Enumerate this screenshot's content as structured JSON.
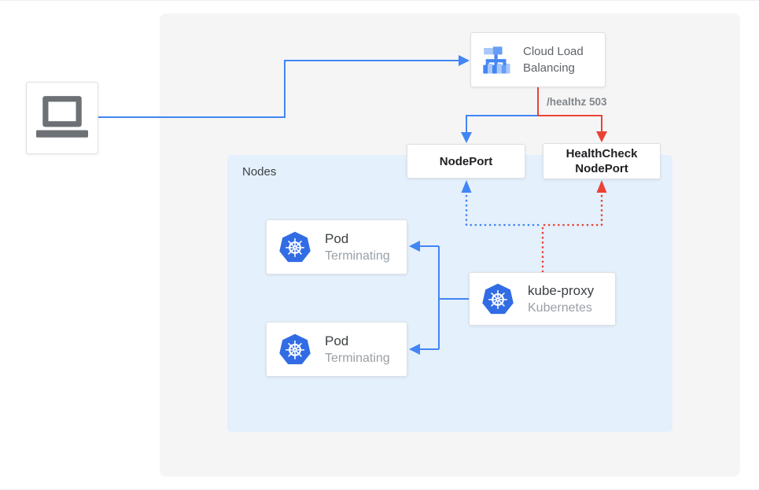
{
  "colors": {
    "blue": "#4285F4",
    "red": "#EA4335",
    "k8s_blue": "#326CE5",
    "panel_gray": "#F5F5F6",
    "panel_blue": "#E4F0FC",
    "border": "#DDE0E4",
    "text_dark": "#3C4043",
    "text_gray": "#9AA0A6",
    "text_port": "#202124",
    "text_lb": "#5F6368",
    "text_healthz": "#80868B",
    "laptop_gray": "#6D7175",
    "lb_icon_light": "#A8C7FA",
    "lb_icon_mid": "#669DF6"
  },
  "cloud_load_balancing": {
    "label": "Cloud Load Balancing"
  },
  "edge_label": "/healthz 503",
  "nodeport": {
    "label": "NodePort"
  },
  "healthcheck_nodeport": {
    "label": "HealthCheck NodePort"
  },
  "nodes_panel": {
    "label": "Nodes"
  },
  "pods": [
    {
      "title": "Pod",
      "status": "Terminating"
    },
    {
      "title": "Pod",
      "status": "Terminating"
    }
  ],
  "kube_proxy": {
    "title": "kube-proxy",
    "subtitle": "Kubernetes"
  }
}
